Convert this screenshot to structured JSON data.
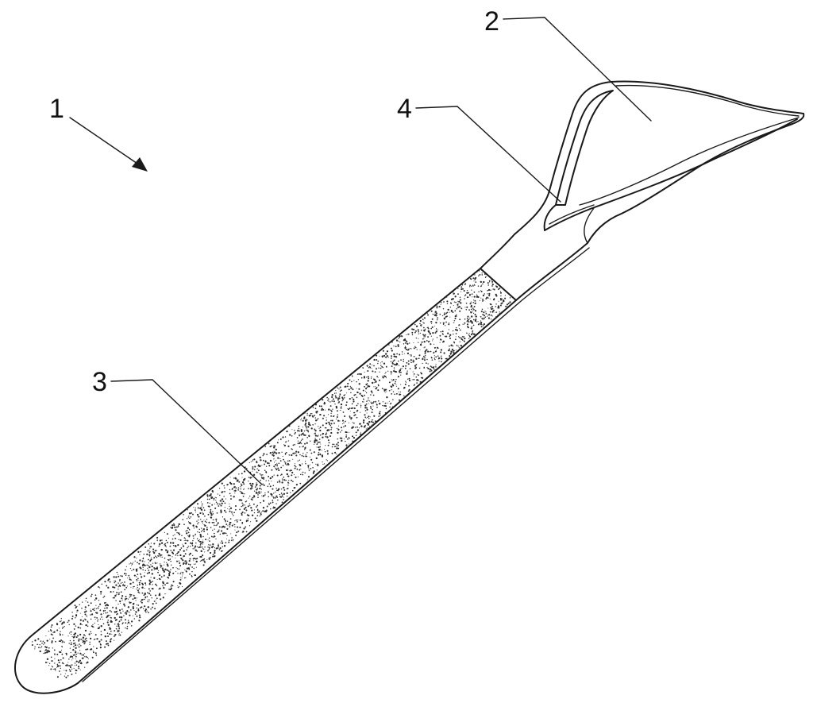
{
  "figure": {
    "labels": [
      {
        "id": "1",
        "text": "1"
      },
      {
        "id": "2",
        "text": "2"
      },
      {
        "id": "3",
        "text": "3"
      },
      {
        "id": "4",
        "text": "4"
      }
    ],
    "colors": {
      "ink": "#1a1a1a",
      "stipple": "#2b2b2b",
      "background": "#ffffff"
    }
  }
}
